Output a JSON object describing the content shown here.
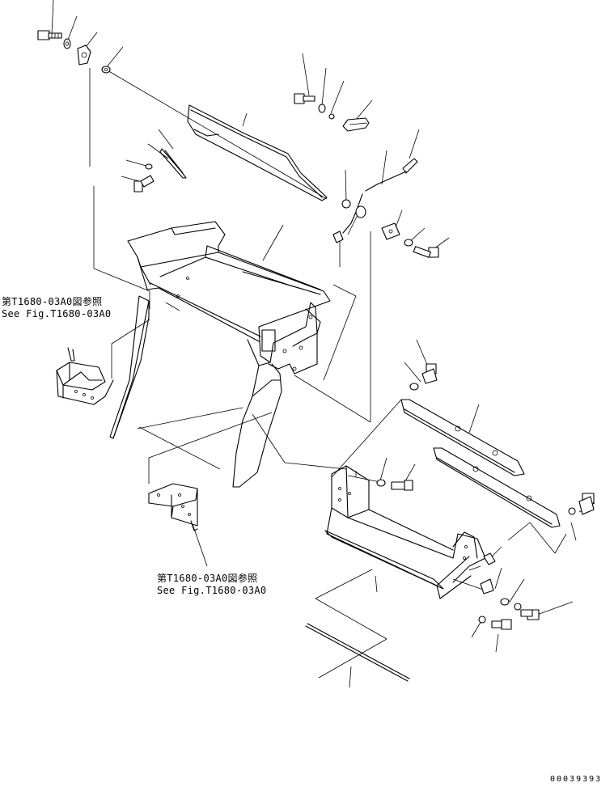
{
  "references": [
    {
      "jp": "第T1680-03A0図参照",
      "en": "See Fig.T1680-03A0"
    },
    {
      "jp": "第T1680-03A0図参照",
      "en": "See Fig.T1680-03A0"
    }
  ],
  "document_number": "00039393"
}
